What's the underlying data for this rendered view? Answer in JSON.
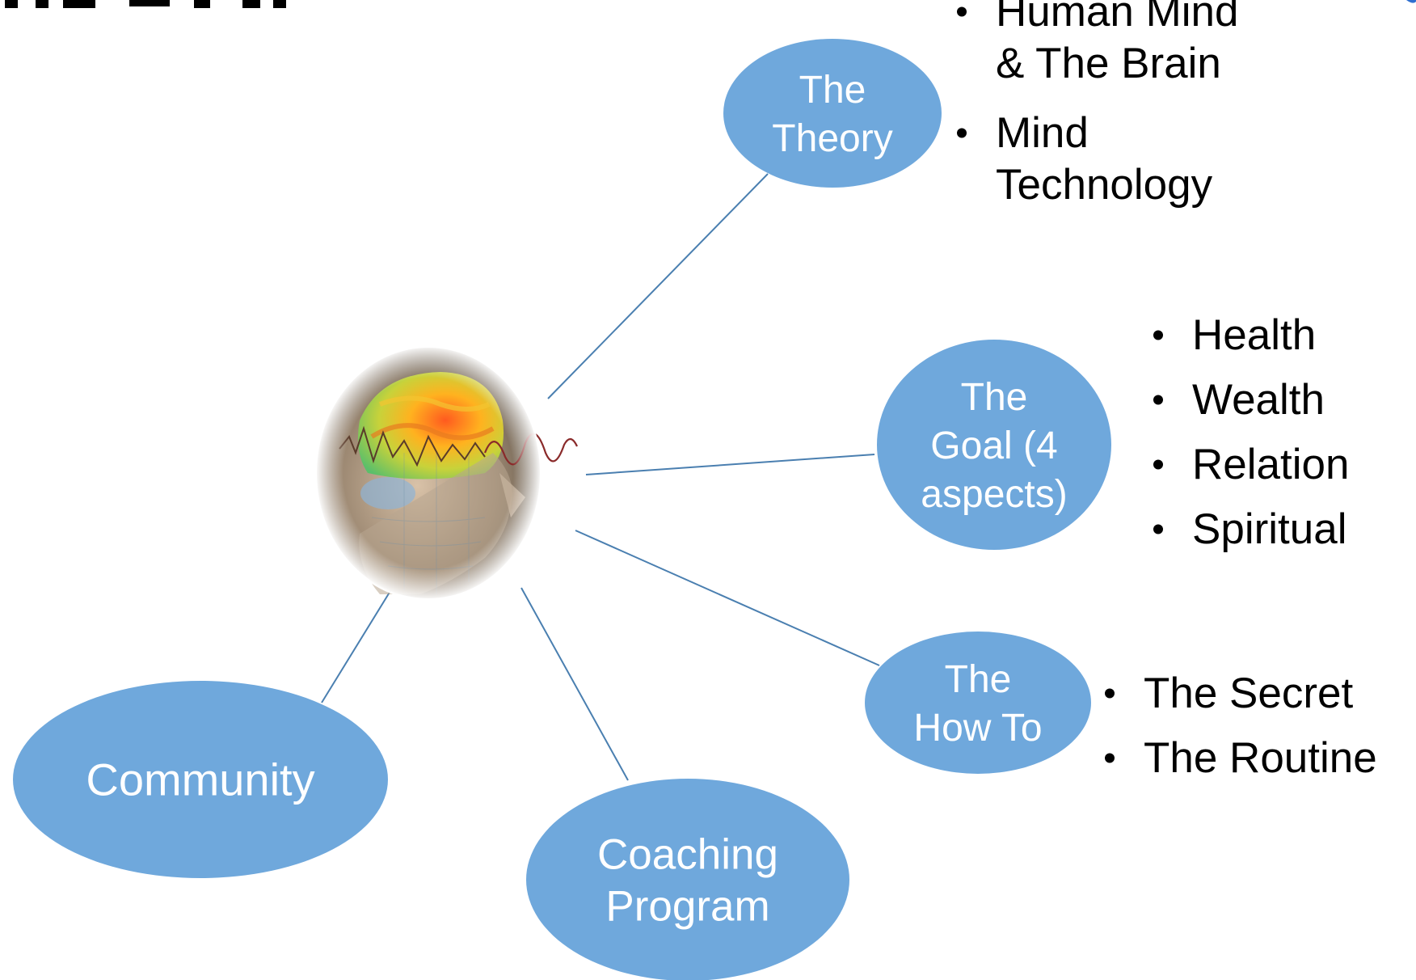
{
  "colors": {
    "node_fill": "#6fa8dc",
    "connector": "#4a7fb0",
    "node_text": "#ffffff",
    "bullet_text": "#000000",
    "header_bar": "#000000",
    "corner_accent": "#2f6fd0"
  },
  "center": {
    "icon": "human-head-brain-icon"
  },
  "nodes": {
    "theory": {
      "label_lines": [
        "The",
        "Theory"
      ],
      "bullets": [
        [
          "Human Mind",
          "& The Brain"
        ],
        [
          "Mind",
          "Technology"
        ]
      ]
    },
    "goal": {
      "label_lines": [
        "The",
        "Goal (4",
        "aspects)"
      ],
      "bullets": [
        [
          "Health"
        ],
        [
          "Wealth"
        ],
        [
          "Relation"
        ],
        [
          "Spiritual"
        ]
      ]
    },
    "howto": {
      "label_lines": [
        "The",
        "How To"
      ],
      "bullets": [
        [
          "The Secret"
        ],
        [
          "The Routine"
        ]
      ]
    },
    "community": {
      "label_lines": [
        "Community"
      ],
      "bullets": []
    },
    "coaching": {
      "label_lines": [
        "Coaching",
        "Program"
      ],
      "bullets": []
    }
  }
}
